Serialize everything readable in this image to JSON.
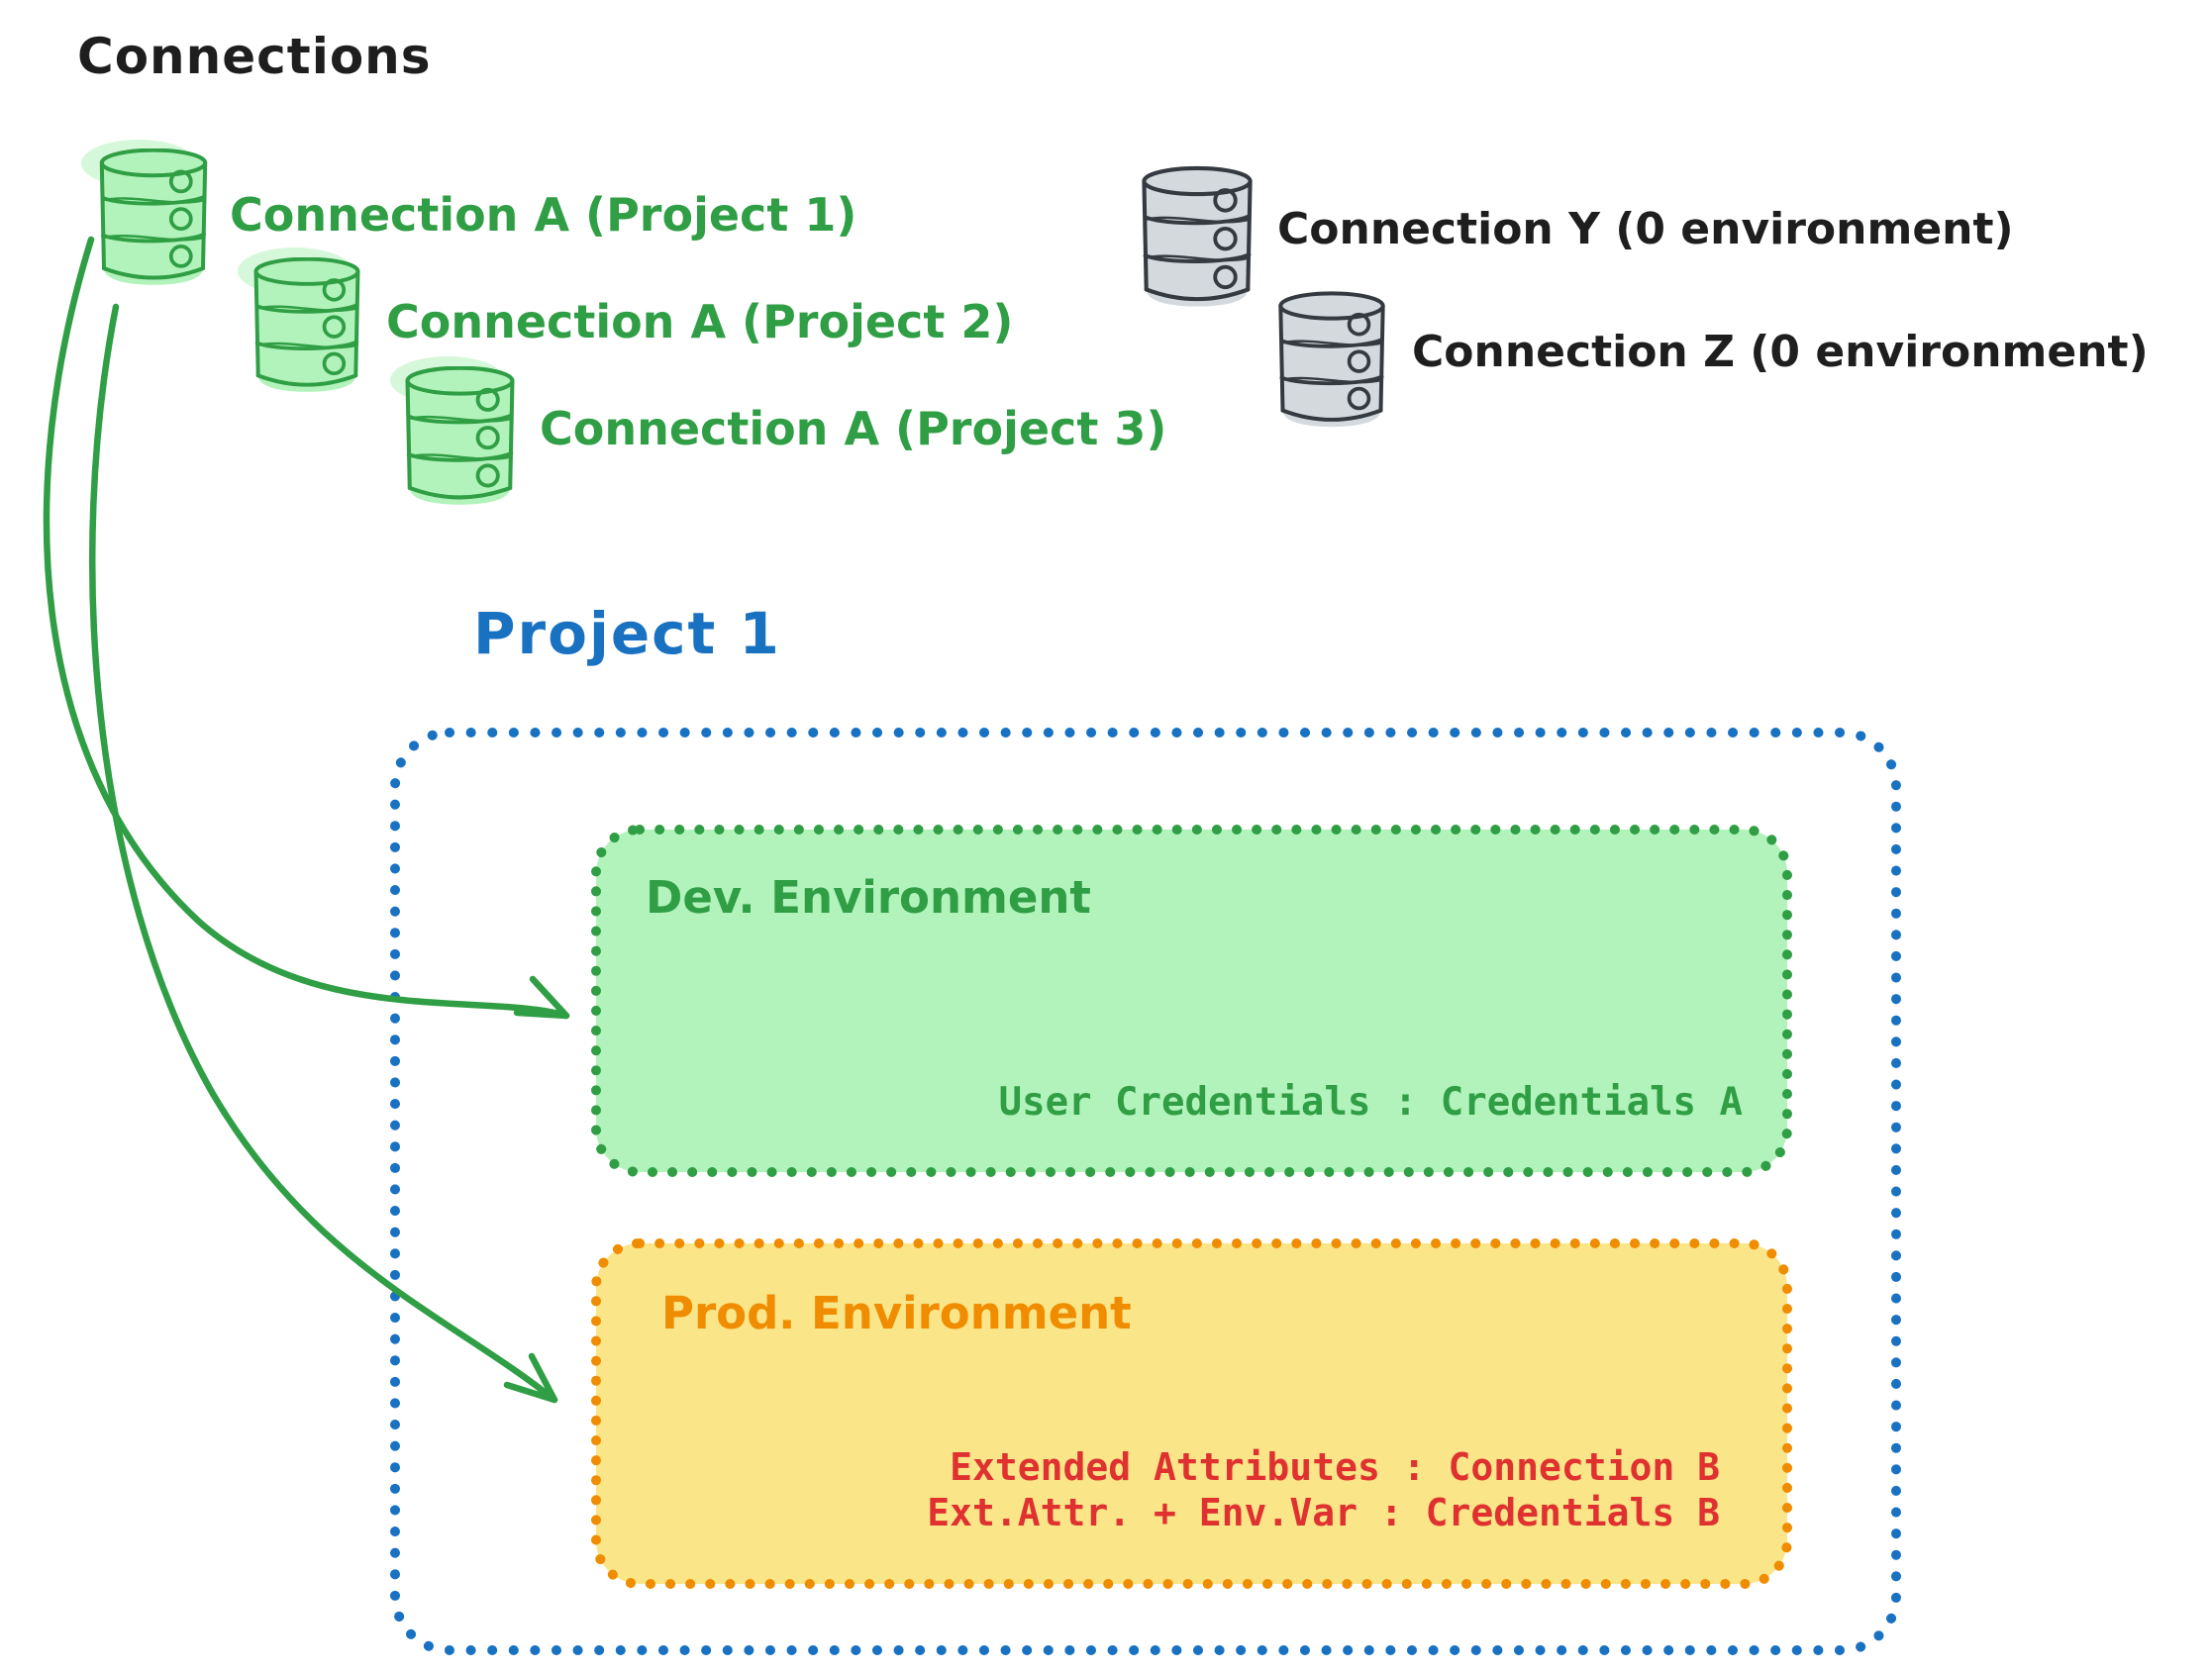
{
  "title": "Connections",
  "colors": {
    "green_stroke": "#2f9e44",
    "green_fill": "#b2f2bb",
    "gray_stroke": "#343a40",
    "gray_fill": "#d4d9de",
    "blue": "#1971c2",
    "orange_stroke": "#f08c00",
    "yellow_fill": "#fae588",
    "red_text": "#e03131",
    "dark_text": "#1e1e1e"
  },
  "connections_green": [
    {
      "label": "Connection A (Project 1)"
    },
    {
      "label": "Connection A (Project 2)"
    },
    {
      "label": "Connection A (Project 3)"
    }
  ],
  "connections_gray": [
    {
      "label": "Connection Y (0 environment)"
    },
    {
      "label": "Connection Z (0 environment)"
    }
  ],
  "project": {
    "title": "Project 1",
    "dev": {
      "title": "Dev. Environment",
      "mapping": "User Credentials : Credentials A"
    },
    "prod": {
      "title": "Prod. Environment",
      "mappings": [
        "Extended Attributes : Connection B",
        "Ext.Attr. + Env.Var : Credentials B"
      ]
    }
  }
}
